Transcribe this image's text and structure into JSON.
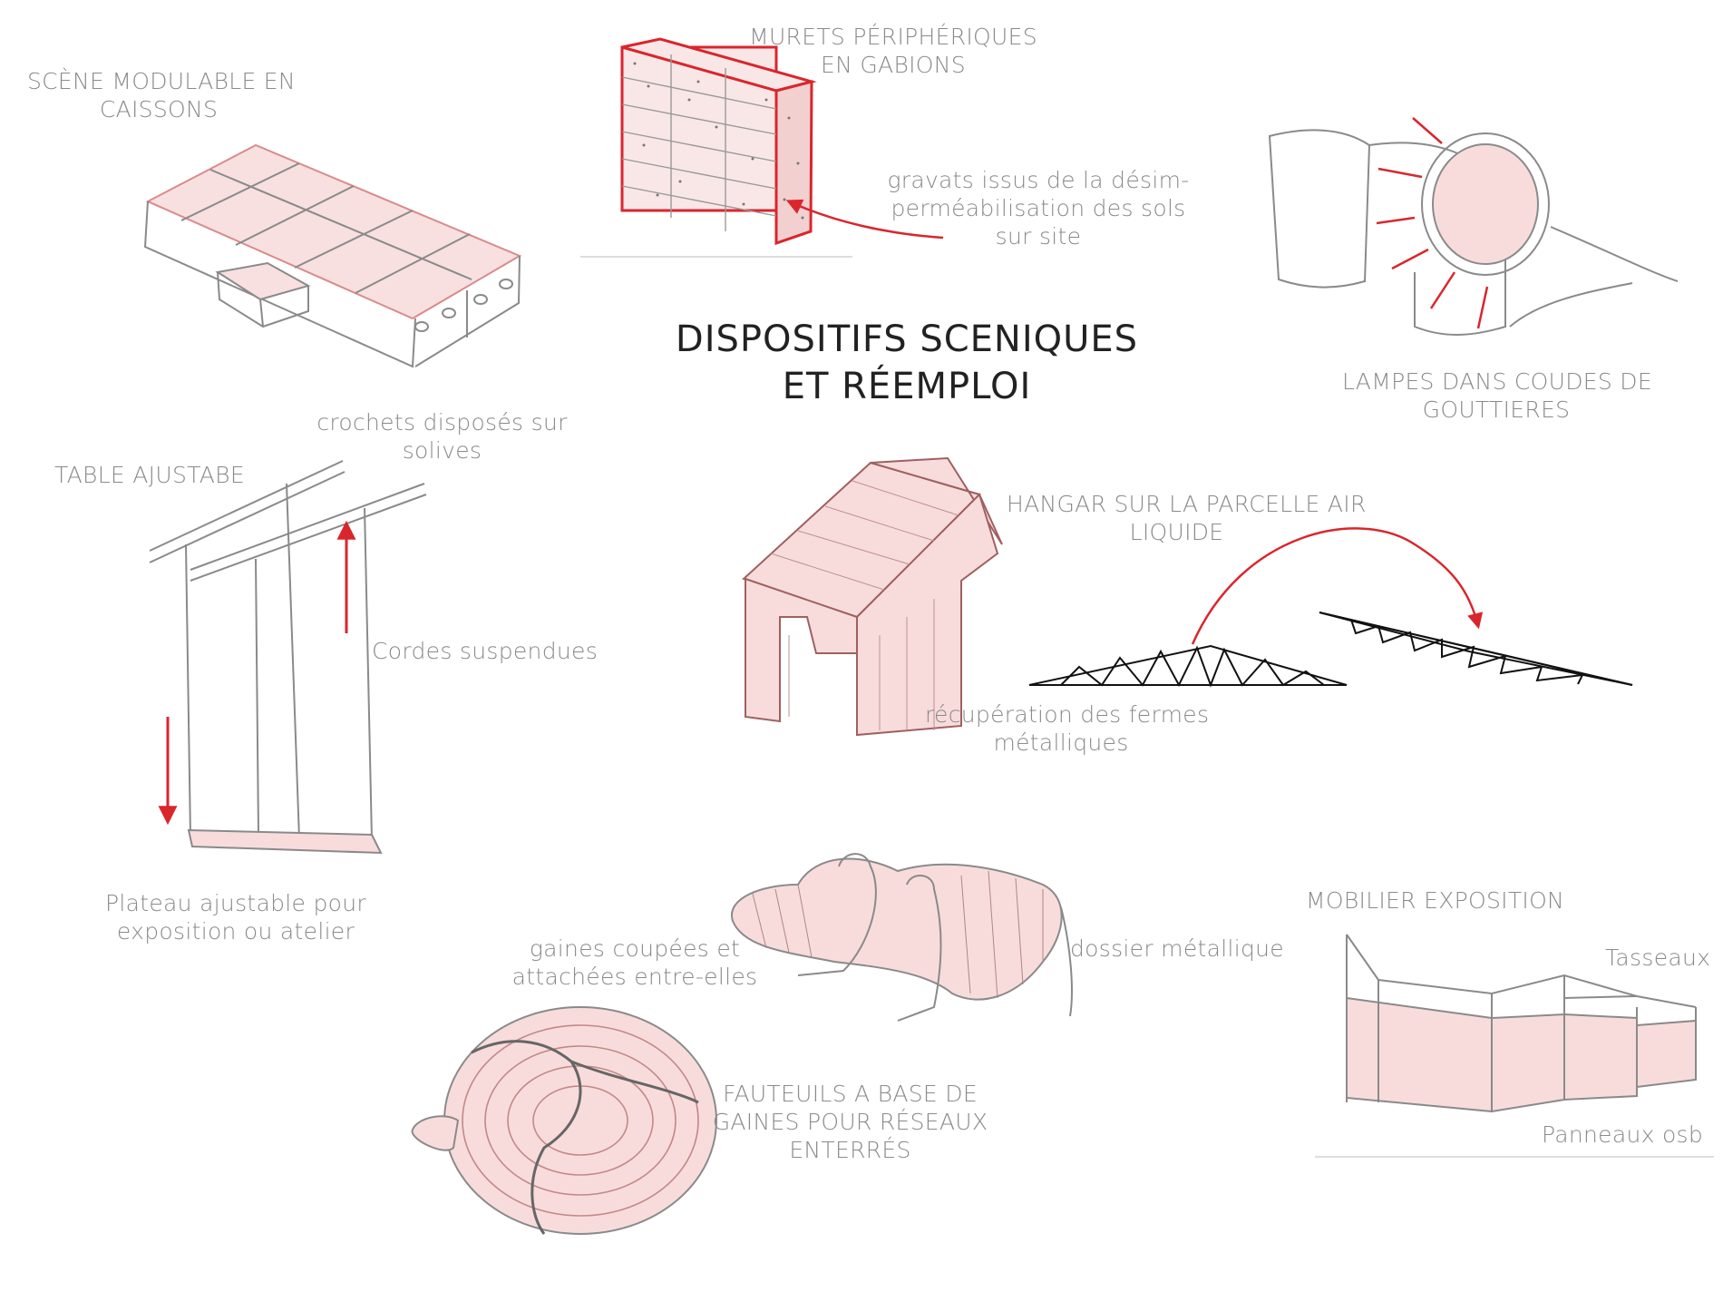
{
  "title": {
    "line1": "DISPOSITIFS SCENIQUES",
    "line2": "ET RÉEMPLOI"
  },
  "colors": {
    "accent": "#d9262c",
    "pink_fill": "#f6d9d9",
    "pencil": "#8a8a8a",
    "ink": "#222222",
    "text": "#8a8a8a"
  },
  "labels": {
    "scene": {
      "line1": "SCÈNE MODULABLE EN",
      "line2": "CAISSONS"
    },
    "murets": {
      "line1": "MURETS PÉRIPHÉRIQUES",
      "line2": "EN GABIONS"
    },
    "gravats": {
      "line1": "gravats issus de la désim-",
      "line2": "perméabilisation des sols",
      "line3": "sur site"
    },
    "lampes": {
      "line1": "LAMPES DANS COUDES DE",
      "line2": "GOUTTIERES"
    },
    "crochets": {
      "line1": "crochets disposés sur",
      "line2": "solives"
    },
    "table": {
      "line1": "TABLE AJUSTABE"
    },
    "cordes": {
      "line1": "Cordes suspendues"
    },
    "plateau": {
      "line1": "Plateau ajustable pour",
      "line2": "exposition ou atelier"
    },
    "hangar": {
      "line1": "HANGAR SUR LA PARCELLE AIR",
      "line2": "LIQUIDE"
    },
    "fermes": {
      "line1": "récupération des fermes",
      "line2": "métalliques"
    },
    "gaines": {
      "line1": "gaines coupées et",
      "line2": "attachées entre-elles"
    },
    "dossier": {
      "line1": "dossier métallique"
    },
    "fauteuils": {
      "line1": "FAUTEUILS A BASE DE",
      "line2": "GAINES  POUR RÉSEAUX",
      "line3": "ENTERRÉS"
    },
    "mobilier": {
      "line1": "MOBILIER EXPOSITION"
    },
    "tasseaux": {
      "line1": "Tasseaux"
    },
    "panneaux": {
      "line1": "Panneaux osb"
    }
  }
}
